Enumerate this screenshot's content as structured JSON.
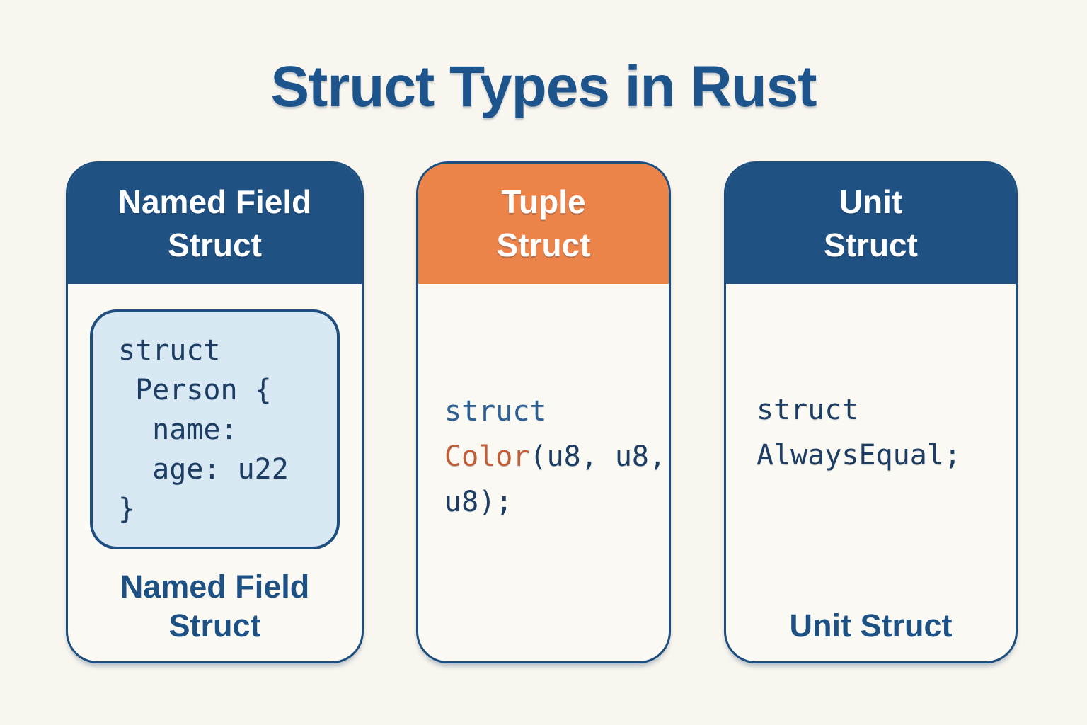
{
  "title": "Struct Types in Rust",
  "colors": {
    "page_background": "#f8f6ef",
    "card_background": "#fbf9f3",
    "navy_header": "#1f5182",
    "navy_border": "#1d4e7e",
    "orange_header": "#ec8449",
    "title_blue": "#1e548c",
    "code_navy": "#1d3d63",
    "code_keyword_blue": "#2c5f93",
    "code_type_orange": "#bf5e38",
    "code_box_background": "#d9e9f4"
  },
  "cards": {
    "named_field": {
      "header": "Named Field\nStruct",
      "code": "struct\n Person {\n  name:\n  age: u22\n}",
      "footer": "Named Field\nStruct"
    },
    "tuple": {
      "header": "Tuple\nStruct",
      "code": {
        "keyword": "struct",
        "type_name": "Color",
        "rest_line2": "(u8, u8,",
        "line3": "u8);"
      }
    },
    "unit": {
      "header": "Unit\nStruct",
      "code": "struct\nAlwaysEqual;",
      "footer": "Unit Struct"
    }
  }
}
